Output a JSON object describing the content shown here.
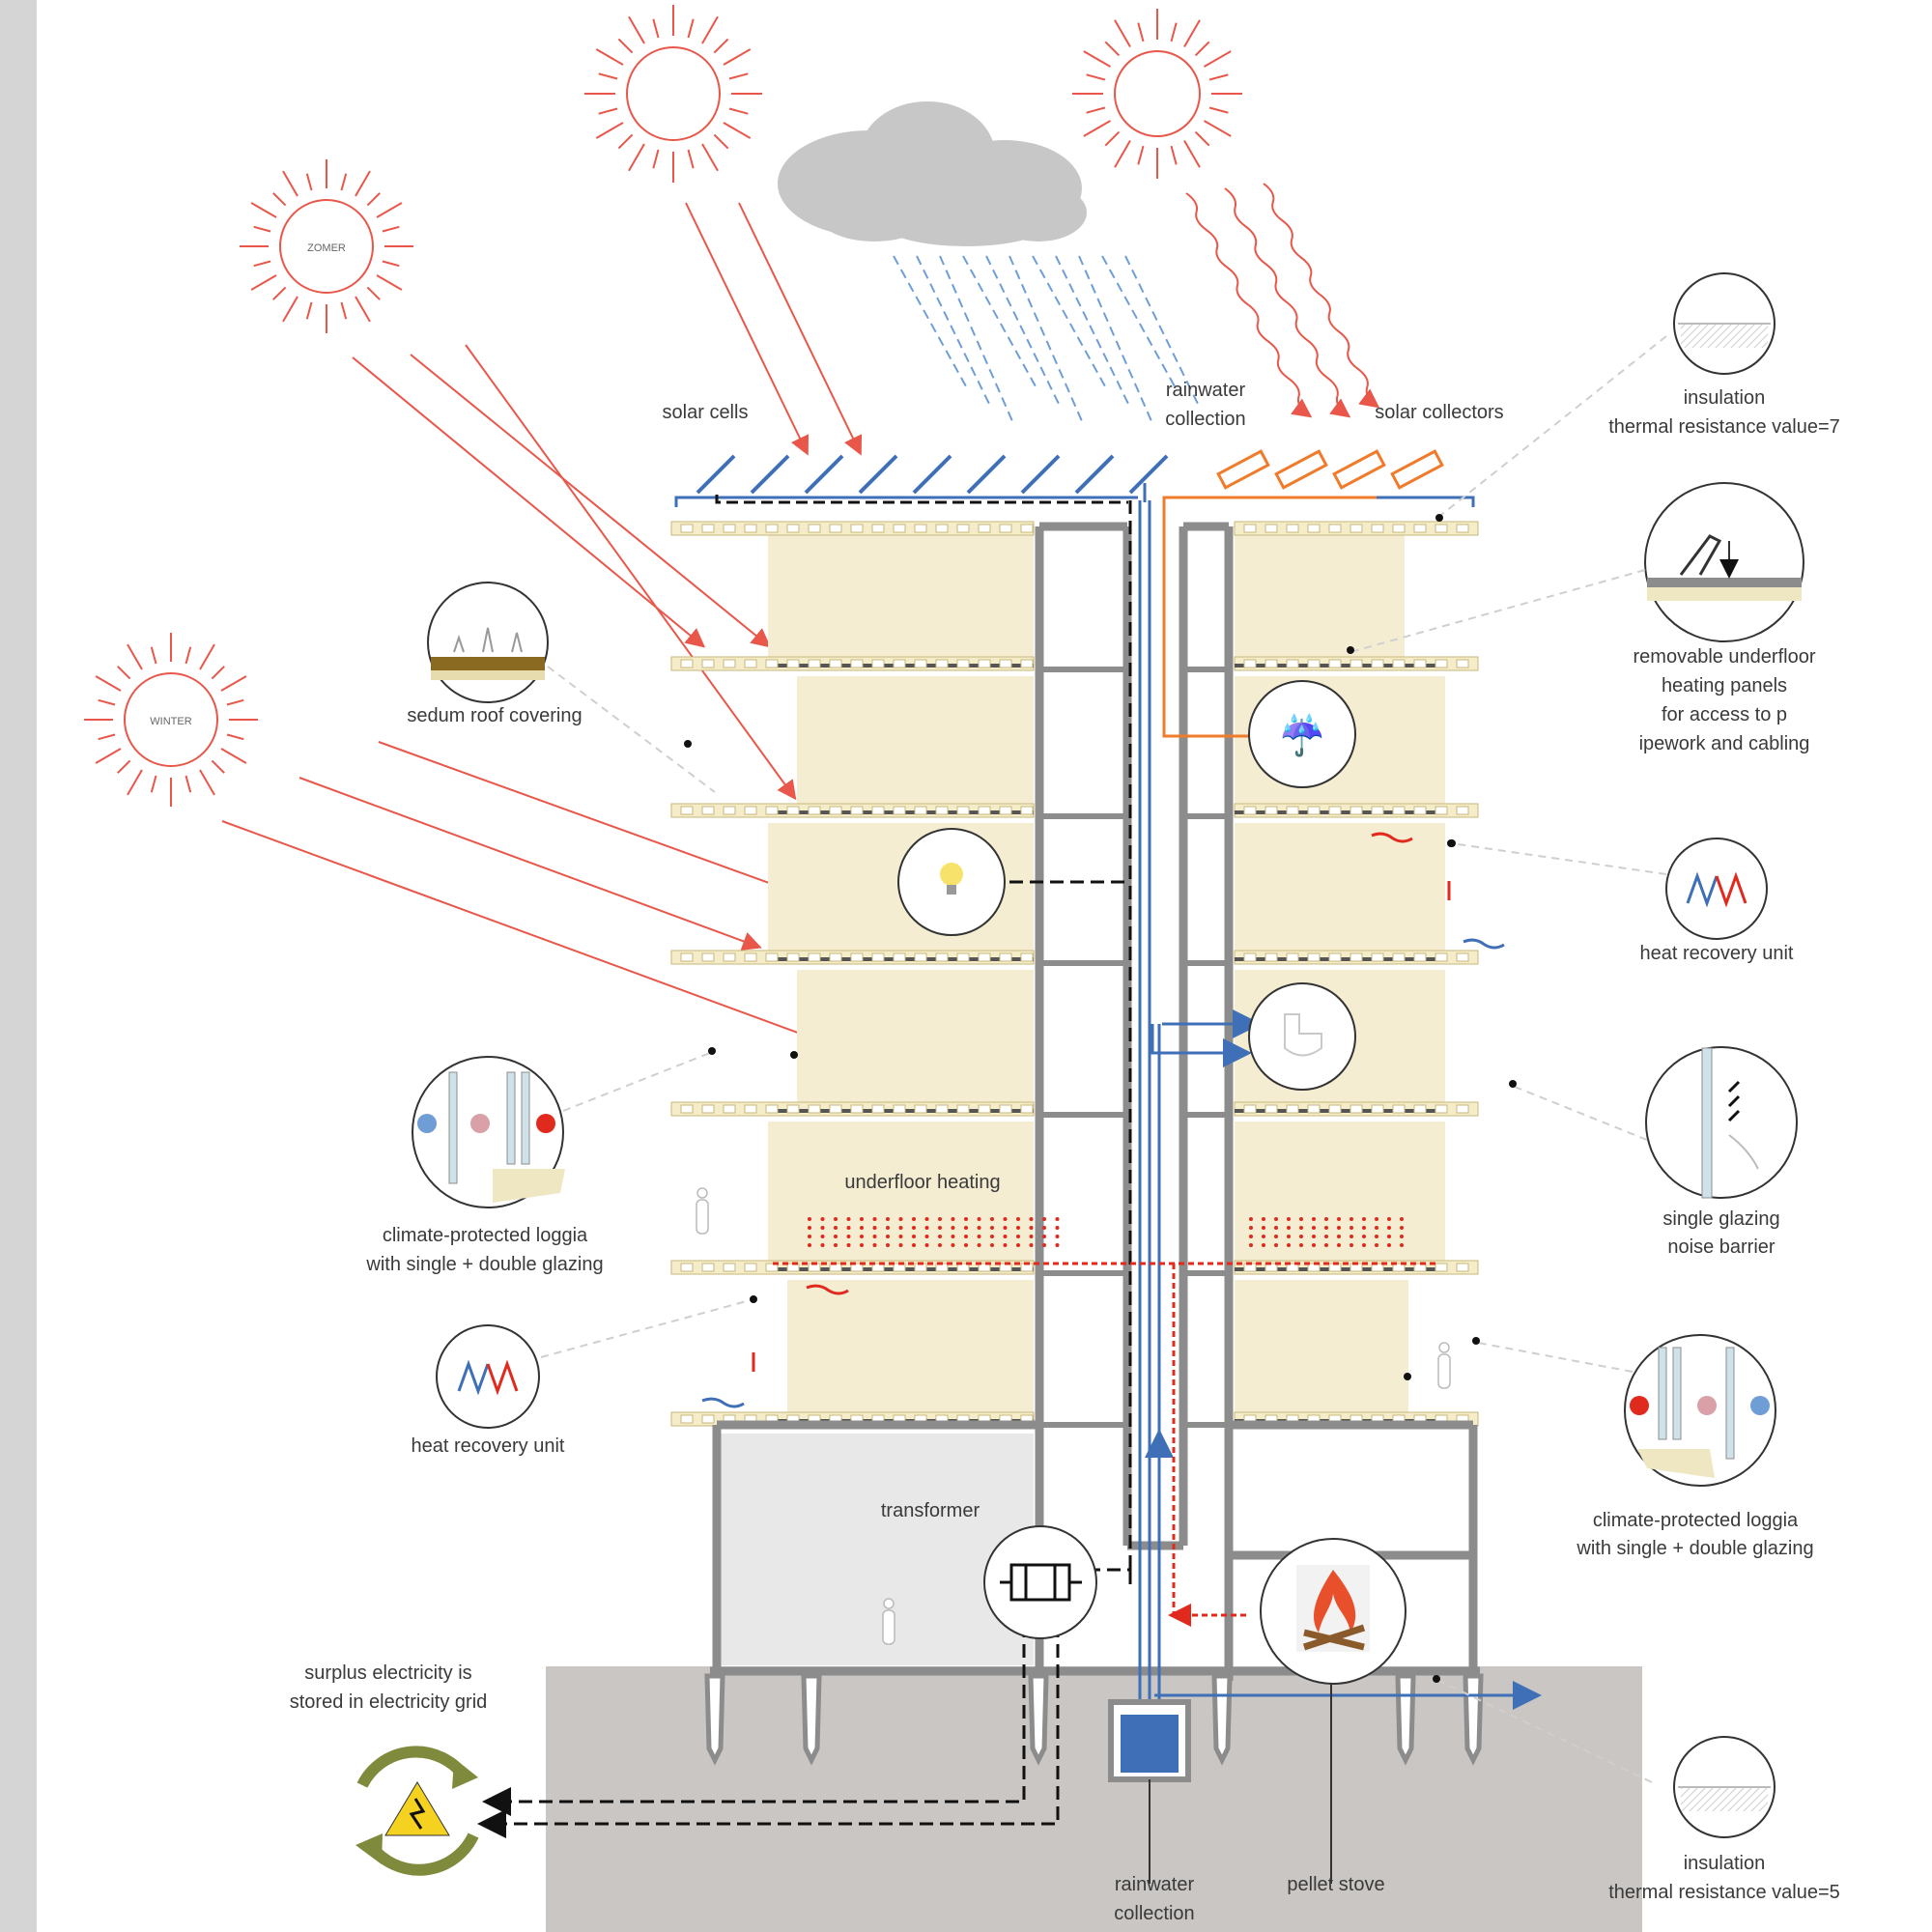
{
  "sun_labels": {
    "summer": "ZOMER",
    "winter": "WINTER"
  },
  "labels": {
    "solar_cells": "solar cells",
    "rainwater_top_1": "rainwater",
    "rainwater_top_2": "collection",
    "solar_collectors": "solar collectors",
    "insulation_top_1": "insulation",
    "insulation_top_2": "thermal resistance value=7",
    "underfloor_1": "removable underfloor",
    "underfloor_2": "heating panels",
    "underfloor_3": "for access to p",
    "underfloor_4": "ipework and cabling",
    "hru_right": "heat recovery unit",
    "glazing_1": "single glazing",
    "glazing_2": "noise barrier",
    "loggia_right_1": "climate-protected loggia",
    "loggia_right_2": "with single + double glazing",
    "insulation_bottom_1": "insulation",
    "insulation_bottom_2": "thermal resistance value=5",
    "sedum": "sedum roof covering",
    "loggia_left_1": "climate-protected loggia",
    "loggia_left_2": "with single + double glazing",
    "hru_left": "heat recovery unit",
    "surplus_1": "surplus electricity is",
    "surplus_2": "stored in electricity grid",
    "underfloor_heating": "underfloor heating",
    "transformer": "transformer",
    "rainwater_bottom_1": "rainwater",
    "rainwater_bottom_2": "collection",
    "pellet_stove": "pellet stove"
  },
  "colors": {
    "sun": "#e8574a",
    "rain": "#6f9ed6",
    "floor_fill": "#f4edd2",
    "structure": "#8c8c8c",
    "ground": "#c9c6c3",
    "pipe_blue": "#3f6fb6",
    "pipe_orange": "#ef7b2b",
    "heating_red": "#e02a1e",
    "grid_green": "#7f8a3c",
    "grid_yellow": "#f4d21f"
  }
}
